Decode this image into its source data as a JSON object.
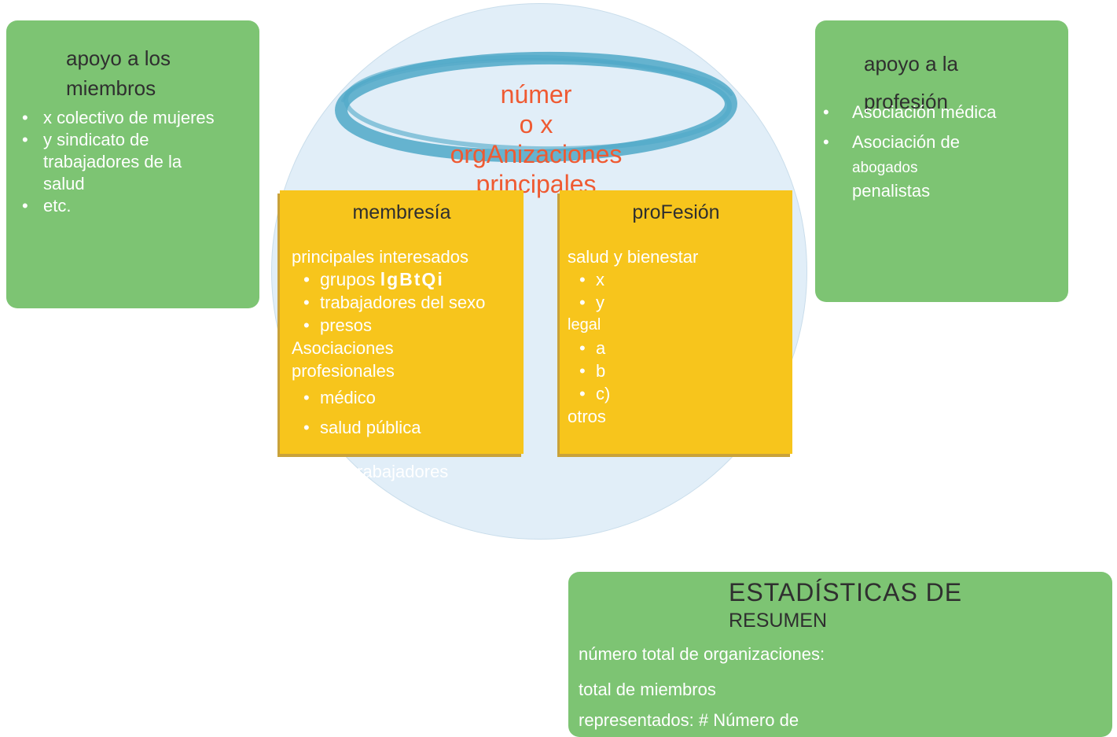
{
  "left_box": {
    "title": "apoyo a los miembros",
    "items": [
      "x colectivo de mujeres",
      "y sindicato de trabajadores de la salud",
      "etc."
    ]
  },
  "right_box": {
    "title": "apoyo a la profesión",
    "items": [
      "Asociación médica",
      "Asociación de"
    ],
    "item2_line2": "abogados",
    "item2_line3": "penalistas"
  },
  "center": {
    "title_line1": "númer",
    "title_line2": "o x",
    "title_line3": "orgAnizaciones",
    "title_line4": "principales"
  },
  "membership": {
    "title": "membresía",
    "heading1": "principales interesados",
    "sub1_prefix": "grupos ",
    "sub1_emph": "lgBtQi",
    "sub2": "trabajadores del sexo",
    "sub3": "presos",
    "heading2": "Asociaciones profesionales",
    "sub4": "médico",
    "sub5": "salud pública",
    "overflow": "trabajadores"
  },
  "profession": {
    "title": "proFesión",
    "heading1": "salud y bienestar",
    "items1": [
      "x",
      "y"
    ],
    "heading2": "legal",
    "items2": [
      "a",
      "b",
      "c)"
    ],
    "heading3": "otros"
  },
  "summary": {
    "title_line1": "ESTADÍSTICAS DE",
    "title_line2": "RESUMEN",
    "line1": "número total de organizaciones:",
    "line2": "total de miembros",
    "line3": "representados: # Número de"
  },
  "colors": {
    "green": "#7dc473",
    "yellow": "#f7c51c",
    "circle": "#e1eef8",
    "ring": "#4fa8c8",
    "accent_text": "#ef5a32"
  }
}
